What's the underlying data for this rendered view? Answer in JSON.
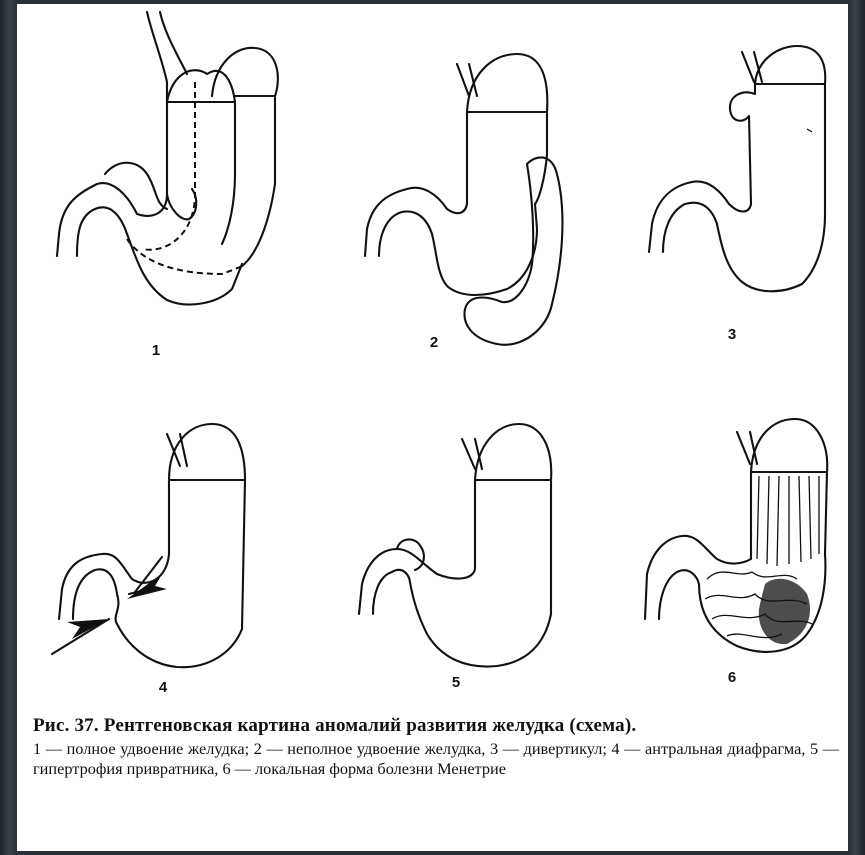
{
  "figures": [
    {
      "number": "1"
    },
    {
      "number": "2"
    },
    {
      "number": "3"
    },
    {
      "number": "4"
    },
    {
      "number": "5"
    },
    {
      "number": "6"
    }
  ],
  "caption": {
    "title": "Рис. 37. Рентгеновская картина аномалий развития желудка (схема).",
    "body": "1 — полное удвоение желудка; 2 — неполное удвоение желудка, 3 — дивертикул; 4 — антральная диафрагма, 5 — гипертрофия привратника, 6 — локальная форма болезни Менетрие"
  },
  "colors": {
    "page_background": "#2b3138",
    "sheet": "#ffffff",
    "ink": "#111111"
  }
}
